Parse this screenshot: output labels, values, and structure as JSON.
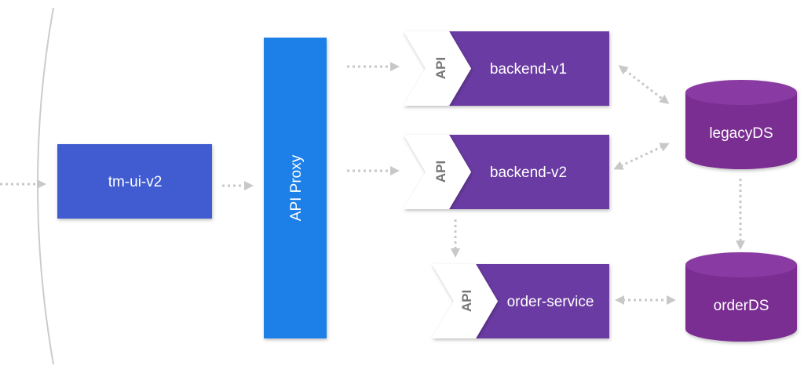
{
  "nodes": {
    "ui": {
      "label": "tm-ui-v2"
    },
    "proxy": {
      "label": "API Proxy"
    },
    "backend_v1": {
      "api_label": "API",
      "label": "backend-v1"
    },
    "backend_v2": {
      "api_label": "API",
      "label": "backend-v2"
    },
    "order_service": {
      "api_label": "API",
      "label": "order-service"
    },
    "legacy_ds": {
      "label": "legacyDS"
    },
    "order_ds": {
      "label": "orderDS"
    }
  },
  "colors": {
    "ui_box": "#3f5bd0",
    "proxy": "#1f80e8",
    "service": "#6a3aa2",
    "datastore": "#7a2d92",
    "arrow": "#c8c8c8",
    "api_tab_text": "#777777"
  }
}
